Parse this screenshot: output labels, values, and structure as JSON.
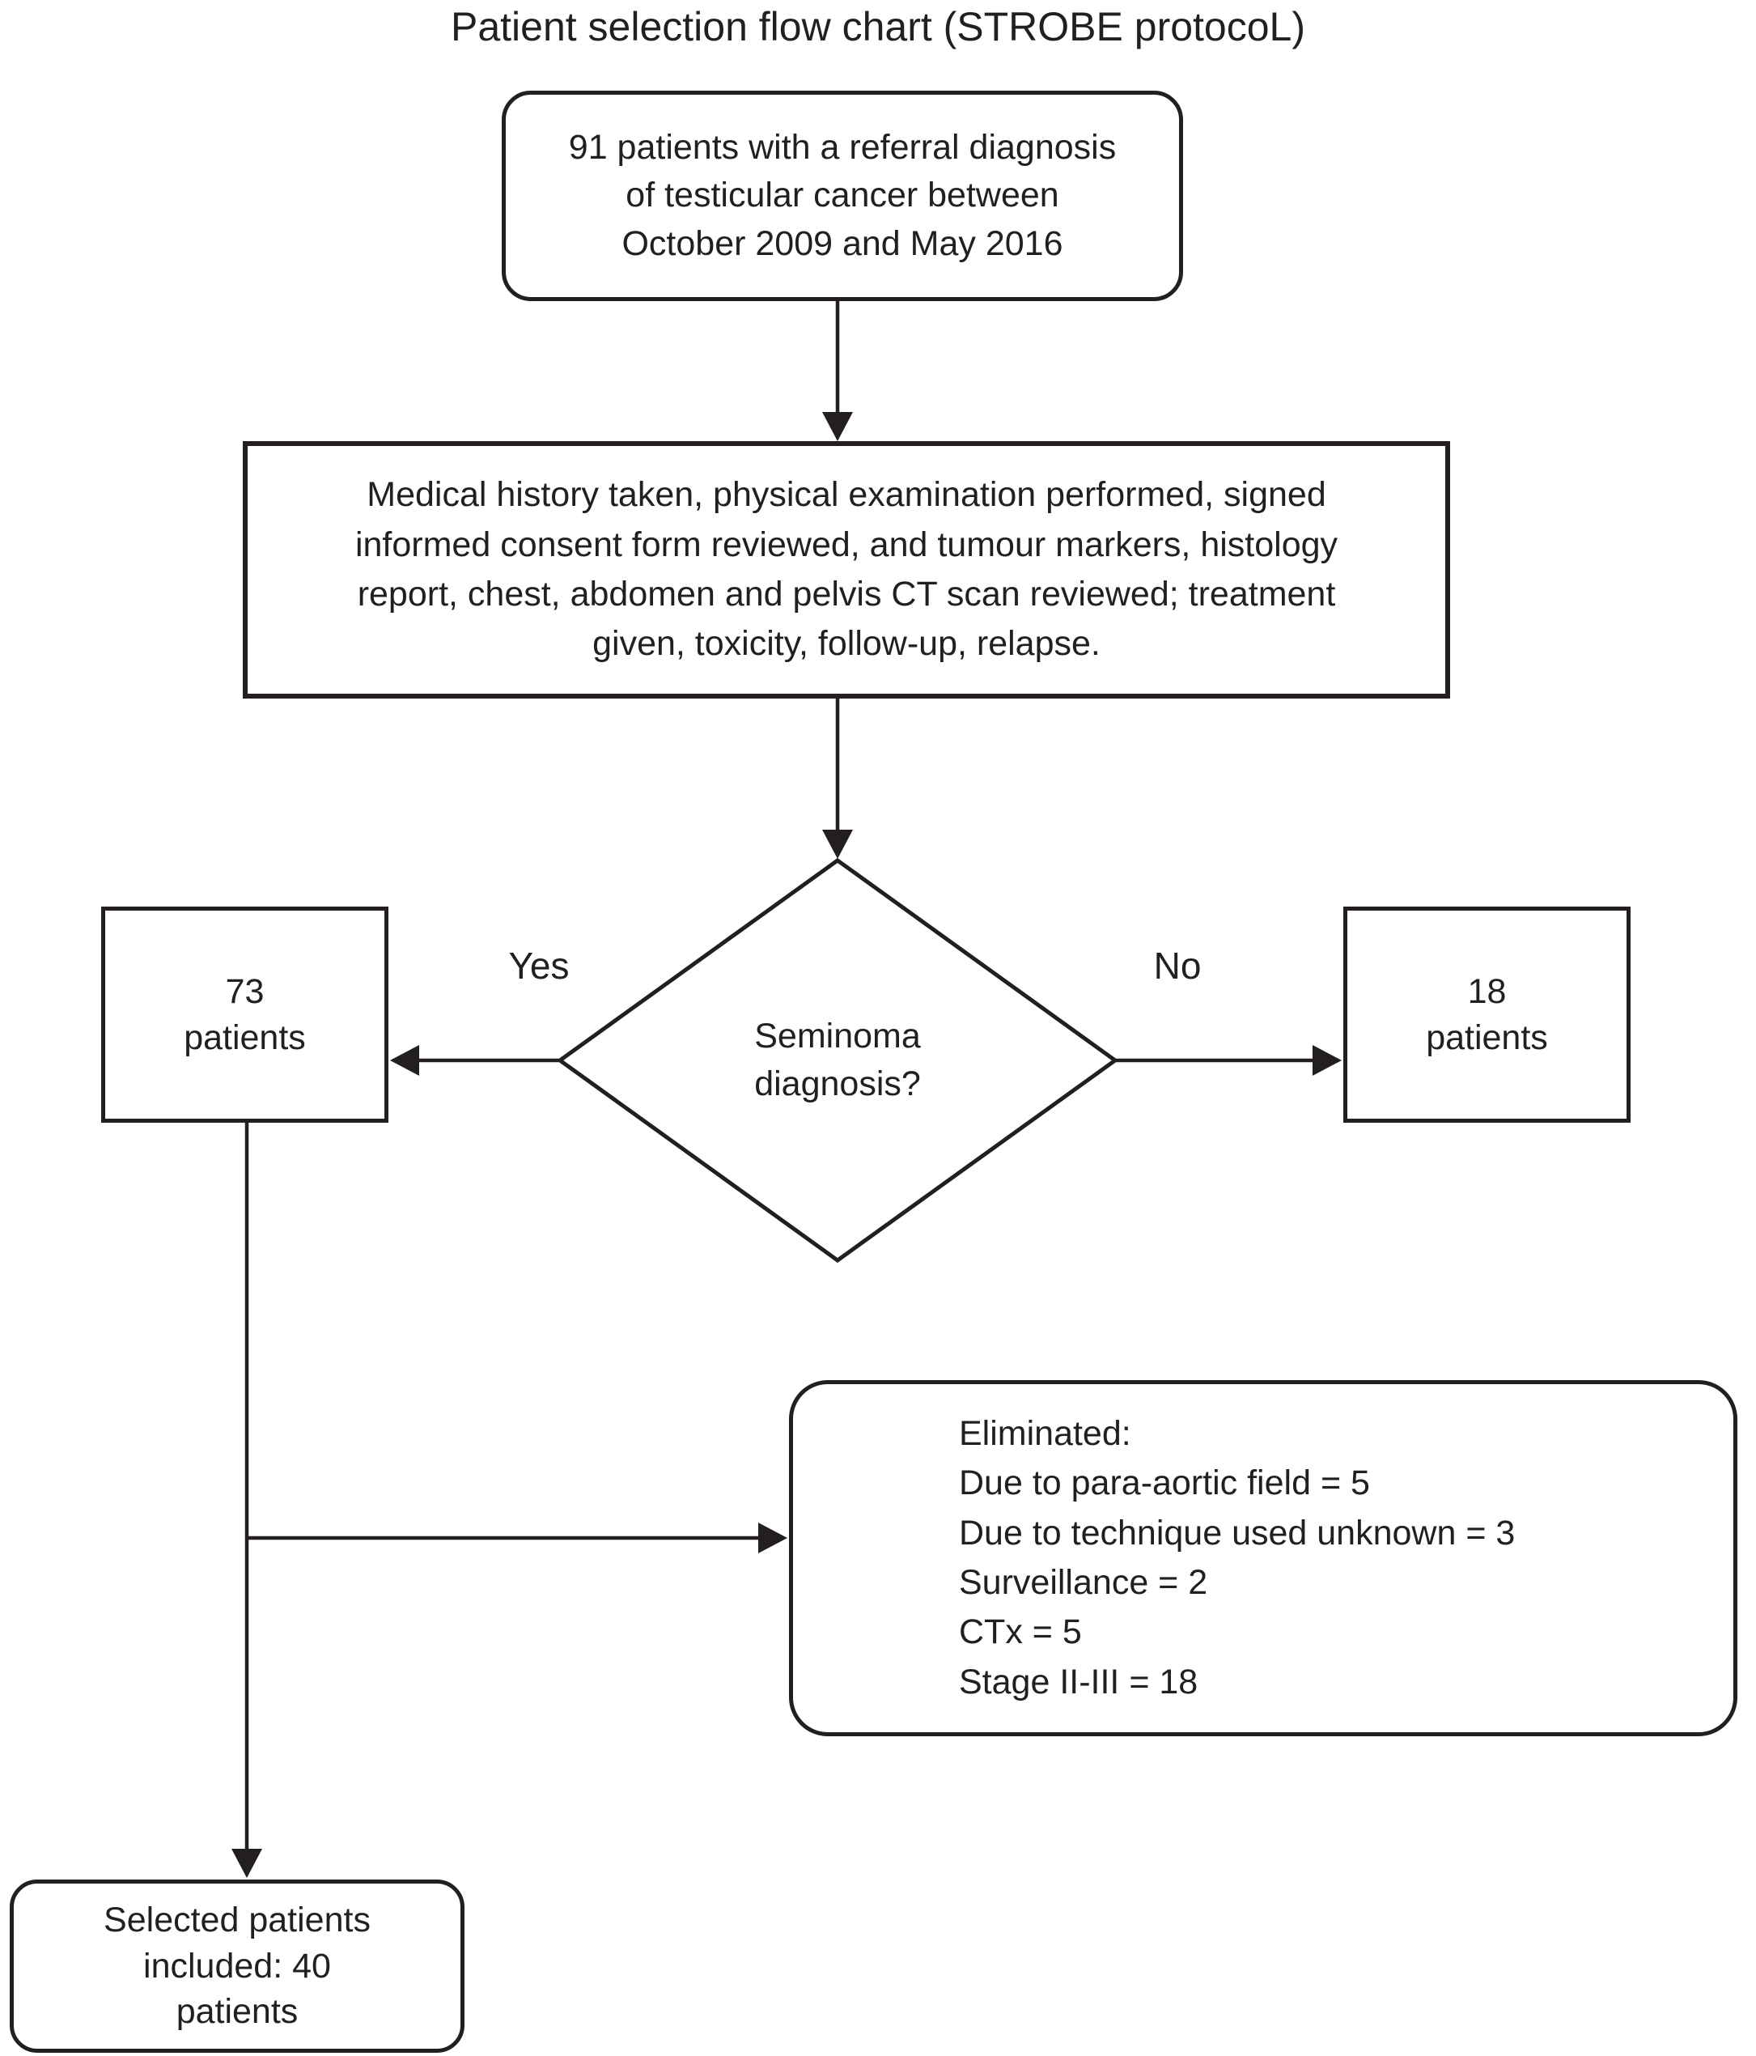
{
  "title": "Patient selection flow chart (STROBE protocoL)",
  "colors": {
    "ink": "#231f20",
    "background": "#ffffff"
  },
  "nodes": {
    "referral": {
      "shape": "rounded-rectangle",
      "text": "91 patients with a referral diagnosis\nof testicular cancer between\nOctober 2009 and May 2016"
    },
    "workup": {
      "shape": "rectangle",
      "text": "Medical history taken, physical examination performed, signed\ninformed consent form reviewed, and tumour markers, histology\nreport, chest, abdomen and pelvis CT scan reviewed; treatment\ngiven, toxicity, follow-up, relapse."
    },
    "decision": {
      "shape": "diamond",
      "text": "Seminoma\ndiagnosis?"
    },
    "seminoma_yes": {
      "shape": "rectangle",
      "text": "73\npatients"
    },
    "seminoma_no": {
      "shape": "rectangle",
      "text": "18\npatients"
    },
    "eliminated": {
      "shape": "rounded-rectangle",
      "title": "Eliminated:",
      "items": [
        "Due to para-aortic field = 5",
        "Due to technique used unknown = 3",
        "Surveillance = 2",
        "CTx = 5",
        "Stage II-III = 18"
      ]
    },
    "selected": {
      "shape": "rounded-rectangle",
      "text": "Selected patients\nincluded: 40\npatients"
    }
  },
  "edge_labels": {
    "yes": "Yes",
    "no": "No"
  }
}
